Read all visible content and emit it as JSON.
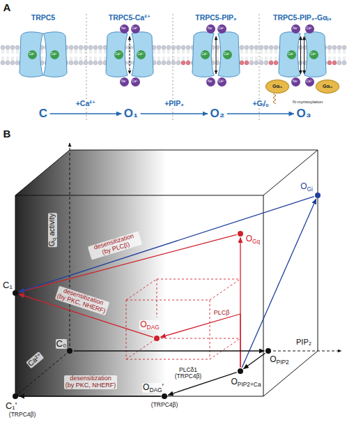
{
  "diagram": {
    "nodes": [
      {
        "text": [
          "C"
        ]
      },
      {
        "text": [
          "O₁"
        ]
      },
      {
        "text": [
          "O₂"
        ]
      },
      {
        "text": [
          "O₃"
        ]
      },
      {
        "text": [
          "Ca²⁺"
        ]
      },
      {
        "text": [
          "Ca²⁺"
        ]
      },
      {
        "text": [
          "Ca²⁺"
        ]
      },
      {
        "text": [
          "Ca²⁺"
        ]
      },
      {
        "text": [
          "Ca²⁺"
        ]
      },
      {
        "text": [
          "Ca²⁺"
        ]
      },
      {
        "text": [
          "Ca²⁺"
        ]
      },
      {
        "text": [
          "Ca²⁺"
        ]
      },
      {
        "text": [
          "Na⁺"
        ]
      },
      {
        "text": [
          "Ca²⁺"
        ]
      },
      {
        "text": [
          "Na⁺"
        ]
      },
      {
        "text": [
          "Ca²⁺"
        ]
      },
      {
        "text": [
          "Na⁺"
        ]
      },
      {
        "text": [
          "Ca²⁺"
        ]
      },
      {
        "text": [
          "Na⁺"
        ]
      },
      {
        "text": [
          "Ca²⁺"
        ]
      },
      {
        "text": [
          "Na⁺"
        ]
      },
      {
        "text": [
          "Ca²⁺"
        ]
      },
      {
        "text": [
          "Na⁺"
        ]
      },
      {
        "text": [
          "Ca²⁺"
        ]
      },
      {
        "text": [
          "Gαᵢ₃"
        ]
      },
      {
        "text": [
          "Gαᵢ₃"
        ]
      },
      {
        "text": [
          "C₁"
        ]
      },
      {
        "text": [
          "C₀"
        ]
      },
      {
        "text": [
          "C₁'",
          "(TRPC4β)"
        ]
      },
      {
        "text": [
          "OGq"
        ]
      },
      {
        "text": [
          "OGi"
        ]
      },
      {
        "text": [
          "ODAG"
        ]
      },
      {
        "text": [
          "OPIP2"
        ]
      },
      {
        "text": [
          "OPIP2+Ca"
        ]
      },
      {
        "text": [
          "ODAG'",
          "(TRPC4β)"
        ]
      }
    ],
    "edges": [
      {
        "from": 0,
        "to": 1,
        "label": "+Ca²⁺",
        "arrow": "to"
      },
      {
        "from": 1,
        "to": 2,
        "label": "+PIP₂",
        "arrow": "to"
      },
      {
        "from": 2,
        "to": 3,
        "label": "+Gᵢ/ₒ",
        "arrow": "to"
      },
      {
        "from": 29,
        "to": 26,
        "label": "desensitization (by PLCβ)",
        "arrow": "to"
      },
      {
        "from": 30,
        "to": 26,
        "arrow": "to"
      },
      {
        "from": 31,
        "to": 26,
        "label": "desensitization (by PKC, NHERF)",
        "arrow": "to"
      },
      {
        "from": 33,
        "to": 29,
        "arrow": "to"
      },
      {
        "from": 33,
        "to": 30,
        "arrow": "to"
      },
      {
        "from": 33,
        "to": 31,
        "label": "PLCβ",
        "arrow": "to"
      },
      {
        "from": 27,
        "to": 32,
        "arrow": "to"
      },
      {
        "from": 32,
        "to": 33,
        "arrow": "to"
      },
      {
        "from": 33,
        "to": 34,
        "label": "PLCδ1 (TRPC4β)",
        "arrow": "to"
      },
      {
        "from": 34,
        "to": 28,
        "label": "desensitization (by PKC, NHERF)",
        "arrow": "to"
      }
    ],
    "labels": [
      "A",
      "TRPC5",
      "TRPC5-Ca²⁺",
      "TRPC5-PIP₂",
      "TRPC5-PIP₂-Gαᵢ₃",
      ":N-myristoylation",
      "B",
      "Gq activity",
      "Ca²⁺",
      "PIP₂"
    ]
  }
}
